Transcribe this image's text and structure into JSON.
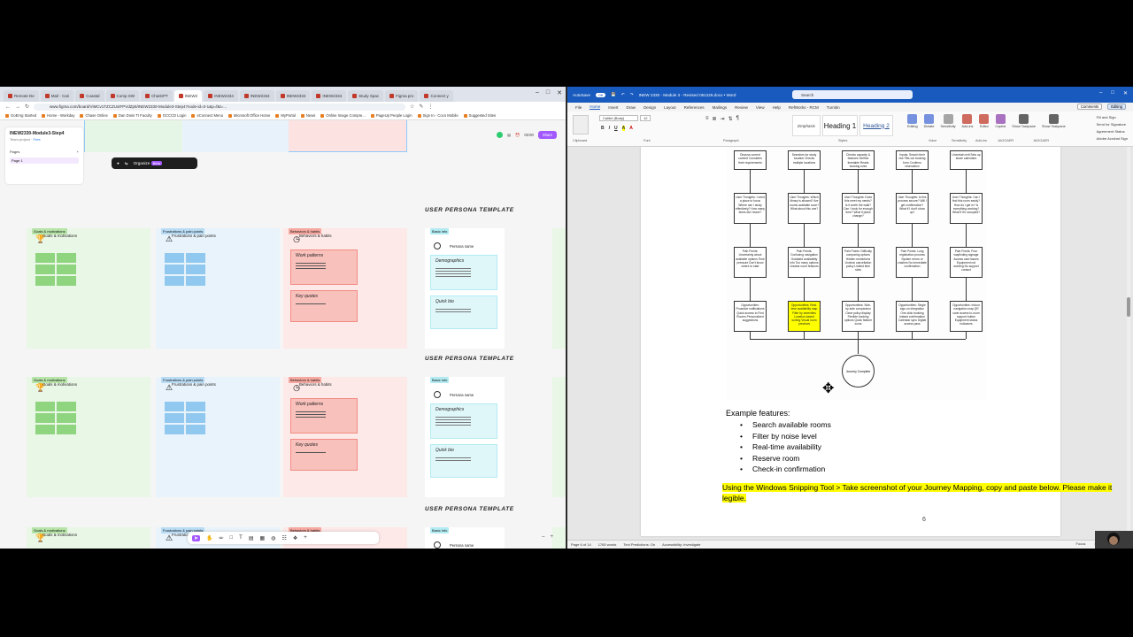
{
  "browser": {
    "tabs": [
      "Remote De",
      "Mail - Cari",
      "Coastal",
      "Comp SW",
      "ChatGPT",
      "INEW2",
      "INEW2334",
      "INEW2334",
      "INEW2334",
      "INEW2334",
      "Study Spac",
      "Figma pro",
      "Connect y"
    ],
    "url": "www.figma.com/board/ViMCv1TZCZUxtFPVdZp5/INEW2330-Module3-Step4?node-id=0-1&p=f&t=...",
    "bookmarks": [
      "GoEnrg Started",
      "Home - Workday",
      "Chase Online",
      "Dan Doss TI Faculty",
      "GCCCD Login",
      "eConnect Menu",
      "Microsoft Office Home",
      "MyPortal",
      "News",
      "Online Image Compre...",
      "PageUp People Login",
      "Sign In - Coco Mobile",
      "Suggested Sites"
    ]
  },
  "figma": {
    "file_name": "INEW2330-Module3-Step4",
    "team": "Team project",
    "plan": "Free",
    "pages_label": "Pages",
    "page1": "Page 1",
    "organize": "Organize",
    "organize_badge": "Beta",
    "timer": "03:00",
    "share": "Share",
    "persona_title": "USER PERSONA TEMPLATE",
    "goals_label": "Goals & motivations",
    "goals_heading": "Goals & motivations",
    "frustrations_label": "Frustrations & pain points",
    "frustrations_heading": "Frustrations & pain points",
    "behaviors_label": "Behaviors & habits",
    "behaviors_heading": "Behaviors & habits",
    "work_patterns": "Work patterns",
    "key_quotes": "Key quotes",
    "basic_info": "Basic info",
    "persona_name": "Persona name",
    "demographics": "Demographics",
    "quick_bio": "Quick bio"
  },
  "word": {
    "autosave": "AutoSave",
    "autosave_state": "Off",
    "doc_title": "INEW 2330 - Module 3 - Revised 051226.docx • Word",
    "search": "Search",
    "menu": [
      "File",
      "Home",
      "Insert",
      "Draw",
      "Design",
      "Layout",
      "References",
      "Mailings",
      "Review",
      "View",
      "Help",
      "RefWorks - RCM",
      "Turnitin"
    ],
    "comments": "Comments",
    "editing": "Editing",
    "font_name": "Calibri (Body)",
    "font_size": "12",
    "styles": {
      "emphasis": "Emphasis",
      "heading1": "Heading 1",
      "heading2": "Heading 2"
    },
    "tools": [
      "Editing",
      "Dictate",
      "Sensitivity",
      "Add-ins",
      "Editor",
      "Copilot",
      "Show Taskpane",
      "Show Taskpane"
    ],
    "side_tools": [
      "Fill and Sign",
      "Send for Signature",
      "Agreement Status",
      "Adobe Acrobat Sign"
    ],
    "groups": [
      "Clipboard",
      "Font",
      "Paragraph",
      "Styles",
      "Voice",
      "Sensitivity",
      "Add-ins",
      "JAGGAER",
      "JAGGAER"
    ],
    "status": {
      "page": "Page 6 of 14",
      "words": "1765 words",
      "text_prediction": "Text Predictions: On",
      "accessibility": "Accessibility: Investigate",
      "focus": "Focus"
    },
    "flow_rows": [
      [
        "Discuss current comfort  Considers their requirements",
        "Searches for study location  Checks multiple locations",
        "Checks capacity & features  Verifies timetable  Reads booking rules",
        "Inputs: Search their rise  Fills out booking form  Confirms reservation",
        "Uncertain exit  Sets up share calendars"
      ],
      [
        "User Thoughts: I need a place to focus  Where can I study effectively?  How many times did I leave?",
        "User Thoughts: Which library is allowed?  Are rooms available soon?  What about this one?",
        "User Thoughts: Does this meet my needs?  Is it worth the walk?  Can I book for enough time?  What if plans change?",
        "User Thoughts: Is this process secure?  Will I get confirmation?  What if I don't show up?",
        "User Thoughts: Can I find this room easily?  How do I get in?  Is everything working?  What if it's occupied?"
      ],
      [
        "Pain Points: Uncertainty about available options  Time pressure  Don't know where to start",
        "Pain Points: Confusing navigation  Outdated availability info  Too many options  Unclear room features",
        "Pain Points: Difficulty comparing options  Hidden restrictions  Unclear cancellation policy  Limited time slots",
        "Pain Points: Long registration process  System errors or crashes  No immediate confirmation",
        "Pain Points: Poor wayfinding signage  Access card issues  Equipment not working  No support contact"
      ],
      [
        "Opportunities: Proactive notifications  Quick access to Find Rooms  Personalized suggestions",
        "Opportunities: Real-time availability map  Filter by amenities  Location-based sorting  Visual room previews",
        "Opportunities: Side-by-side comparison  Clear policy display  Flexible booking options  Quick feature icons",
        "Opportunities: Single sign-on integration  One-click booking  Instant confirmation  Calendar sync  Digital access pass",
        "Opportunities: Indoor navigation map  QR code access  In-room support button  Equipment status indicators"
      ]
    ],
    "journey_end": "Journey Complete",
    "example_heading": "Example features:",
    "features": [
      "Search available rooms",
      "Filter by noise level",
      "Real-time availability",
      "Reserve room",
      "Check-in confirmation"
    ],
    "instruction": "Using the Windows Snipping Tool > Take screenshot of your Journey Mapping, copy and paste below. Please make it legible.",
    "page_number": "6"
  },
  "colors": {
    "word_blue": "#185abd",
    "figma_purple": "#a259ff",
    "highlight": "#ffff00"
  }
}
